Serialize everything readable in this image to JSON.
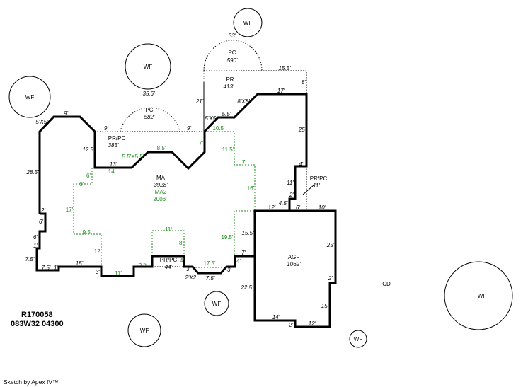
{
  "colors": {
    "wall": "#000000",
    "ma2_outline": "#1a8a1a"
  },
  "trees": "WF",
  "areas": {
    "ma": {
      "code": "MA",
      "area": "3928'"
    },
    "ma2": {
      "code": "MA2",
      "area": "2006'"
    },
    "pc_left": {
      "code": "PC",
      "area": "582'"
    },
    "pc_top": {
      "code": "PC",
      "area": "590'"
    },
    "pr": {
      "code": "PR",
      "area": "413'"
    },
    "prpc_left": {
      "code": "PR/PC",
      "area": "383'"
    },
    "prpc_bottom": {
      "code": "PR/PC",
      "area": "44'"
    },
    "prpc_right": {
      "code": "PR/PC",
      "area": "11'"
    },
    "agf": {
      "code": "AGF",
      "area": "1062'"
    },
    "cd": "CD"
  },
  "dims_black": [
    "9'",
    "5'X5'",
    "9'",
    "9'",
    "35.6'",
    "33'",
    "15.5'",
    "8'",
    "21'",
    "8'X8'",
    "5.5'",
    "5'X5'",
    "17'",
    "25'",
    "4'",
    "11'",
    "2'",
    "4.5'",
    "12'",
    "6'",
    "10'",
    "12.5'",
    "13'",
    "28.5'",
    "2'",
    "6'",
    "6'",
    "1'",
    "7.5'",
    "7.5'",
    "1'",
    "15'",
    "3'",
    "3'",
    "2'X2'",
    "7.5'",
    "3'",
    "15.5'",
    "7'",
    "22.5'",
    "25'",
    "2'",
    "15'",
    "14'",
    "2'",
    "12'"
  ],
  "dims_green": [
    "10.5'",
    "7'",
    "11.5'",
    "7'",
    "16'",
    "5.5'X5.5'",
    "8.5'",
    "14'",
    "6'",
    "6'",
    "17'",
    "9.5'",
    "12'",
    "11'",
    "6.5'",
    "11'",
    "8'",
    "4'",
    "17.5'",
    "19.5'",
    "4'"
  ],
  "parcel": {
    "id": "R170058",
    "map": "083W32  04300"
  },
  "footer": "Sketch by Apex IV™"
}
